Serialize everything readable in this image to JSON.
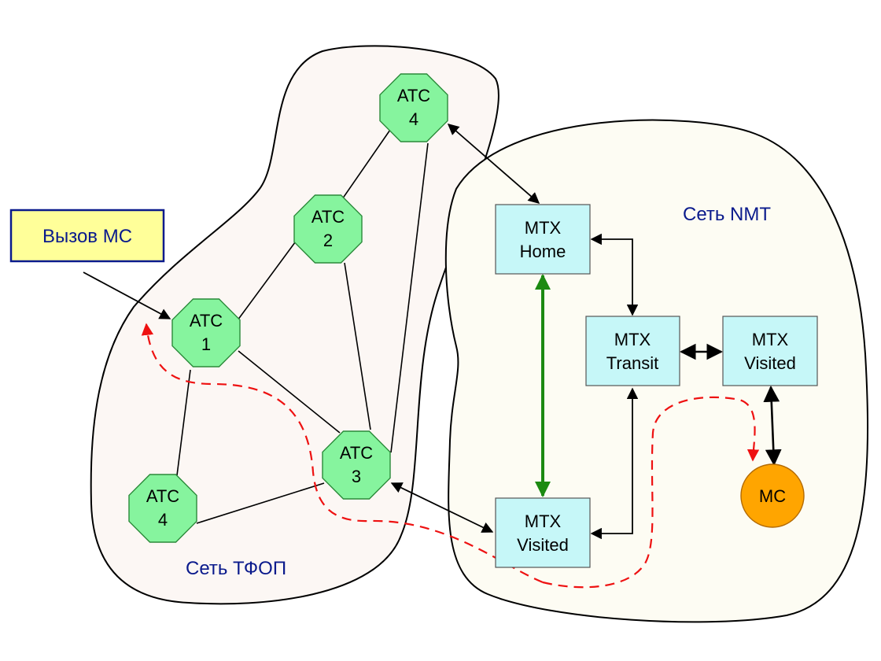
{
  "call_box": {
    "label": "Вызов МС",
    "fill": "#ffff99",
    "stroke": "#0a1a8c"
  },
  "clouds": {
    "pstn": {
      "label": "Сеть ТФОП",
      "fill": "#fcf7f4"
    },
    "nmt": {
      "label": "Сеть NMT",
      "fill": "#fdfcf3"
    }
  },
  "exchanges": {
    "atc4_top": {
      "line1": "АТС",
      "line2": "4"
    },
    "atc2": {
      "line1": "АТС",
      "line2": "2"
    },
    "atc1": {
      "line1": "АТС",
      "line2": "1"
    },
    "atc3": {
      "line1": "АТС",
      "line2": "3"
    },
    "atc4_bottom": {
      "line1": "АТС",
      "line2": "4"
    }
  },
  "mtx": {
    "home": {
      "line1": "MTX",
      "line2": "Home"
    },
    "transit": {
      "line1": "MTX",
      "line2": "Transit"
    },
    "visited_right": {
      "line1": "MTX",
      "line2": "Visited"
    },
    "visited_bottom": {
      "line1": "MTX",
      "line2": "Visited"
    }
  },
  "mobile_station": {
    "label": "МС",
    "fill": "#ffa500"
  },
  "colors": {
    "octagon_fill": "#86f49e",
    "mtx_fill": "#c6f7f8",
    "signal_path": "#ee1111",
    "voice_link": "#1c8a12"
  }
}
